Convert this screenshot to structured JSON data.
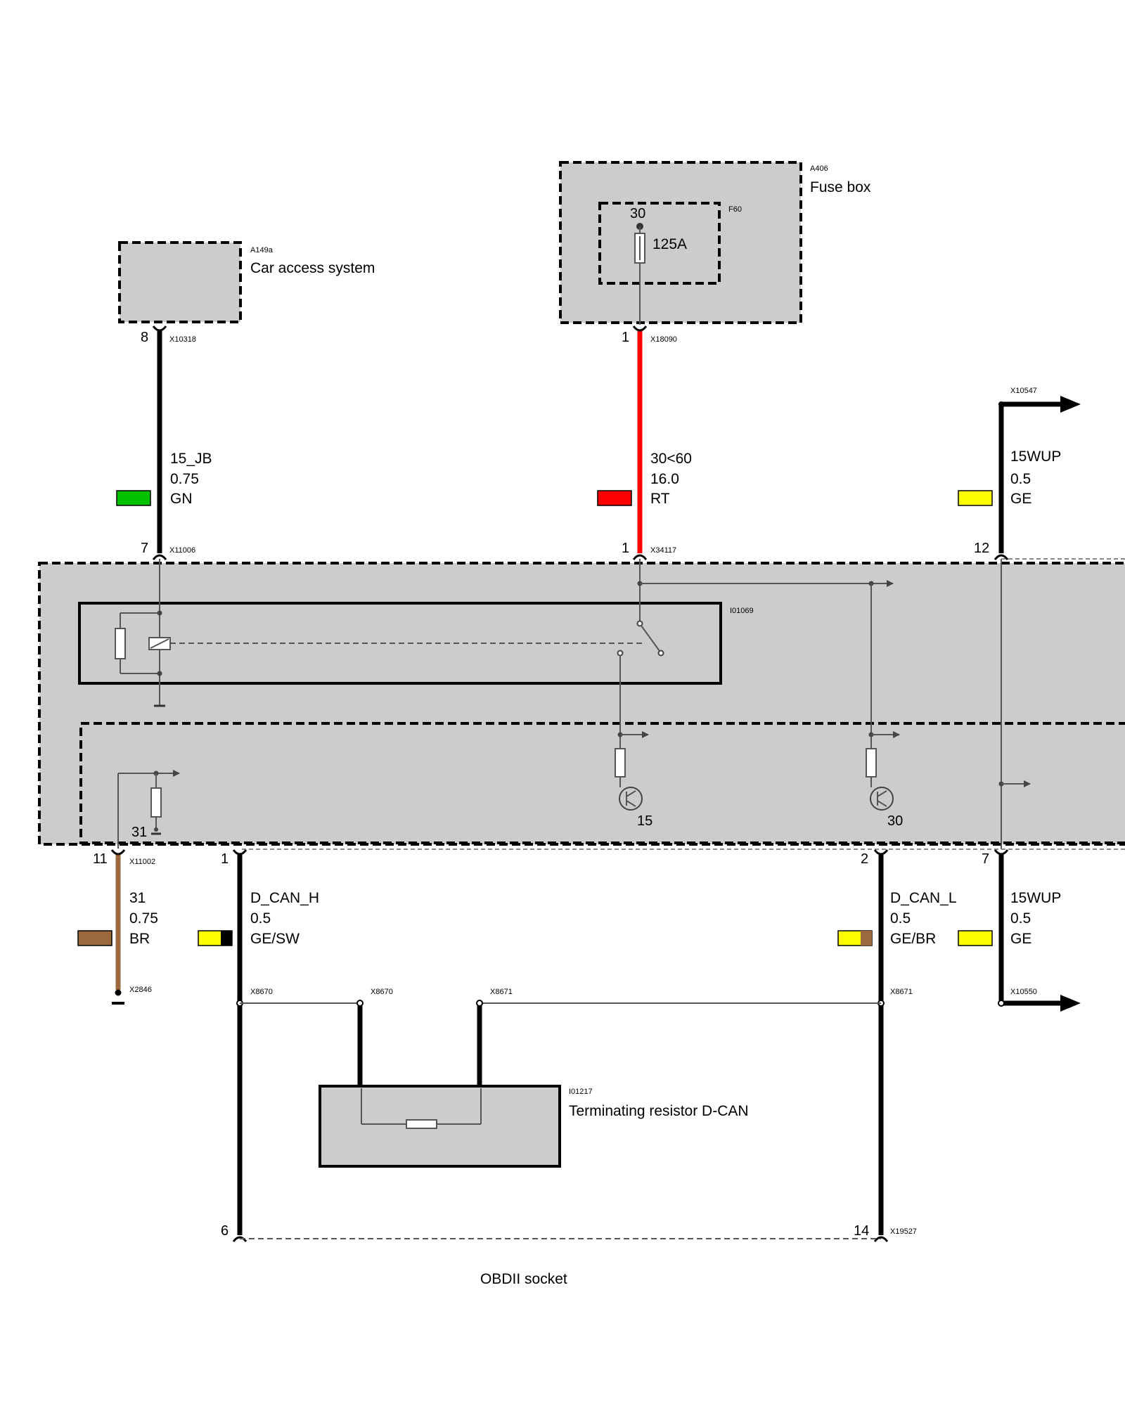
{
  "components": {
    "car_access": {
      "id": "A149a",
      "name": "Car access system"
    },
    "fuse_box": {
      "id": "A406",
      "name": "Fuse box"
    },
    "fuse": {
      "id": "F60",
      "terminal": "30",
      "rating": "125A"
    },
    "relay": {
      "id": "I01069"
    },
    "terminating_resistor": {
      "id": "I01217",
      "name": "Terminating resistor D-CAN"
    },
    "obd_socket": {
      "name": "OBDII socket"
    }
  },
  "wires": {
    "w15jb": {
      "signal": "15_JB",
      "size": "0.75",
      "color_code": "GN",
      "color": "#00c000"
    },
    "w30": {
      "signal": "30<60",
      "size": "16.0",
      "color_code": "RT",
      "color": "#ff0000"
    },
    "w15wup_top": {
      "signal": "15WUP",
      "size": "0.5",
      "color_code": "GE",
      "color": "#ffff00"
    },
    "w31": {
      "signal": "31",
      "size": "0.75",
      "color_code": "BR",
      "color": "#9b6a3c"
    },
    "wcanh": {
      "signal": "D_CAN_H",
      "size": "0.5",
      "color_code": "GE/SW",
      "color": "#ffff00",
      "stripe": "#000000"
    },
    "wcanl": {
      "signal": "D_CAN_L",
      "size": "0.5",
      "color_code": "GE/BR",
      "color": "#ffff00",
      "stripe": "#9b6a3c"
    },
    "w15wup_bot": {
      "signal": "15WUP",
      "size": "0.5",
      "color_code": "GE",
      "color": "#ffff00"
    }
  },
  "pins": {
    "car_access_out": "8",
    "fuse_out": "1",
    "jb_15jb": "7",
    "jb_30": "1",
    "jb_15wup": "12",
    "jb_31": "11",
    "jb_canh": "1",
    "jb_canl": "2",
    "jb_15wup_out": "7",
    "obd_canh": "6",
    "obd_canl": "14"
  },
  "connectors": {
    "x10318": "X10318",
    "x18090": "X18090",
    "x10547": "X10547",
    "x11006": "X11006",
    "x34117": "X34117",
    "x11002": "X11002",
    "x2846": "X2846",
    "x8670a": "X8670",
    "x8670b": "X8670",
    "x8671a": "X8671",
    "x8671b": "X8671",
    "x10550": "X10550",
    "x19527": "X19527"
  },
  "internal_labels": {
    "ground_31": "31",
    "t15": "15",
    "t30": "30"
  }
}
